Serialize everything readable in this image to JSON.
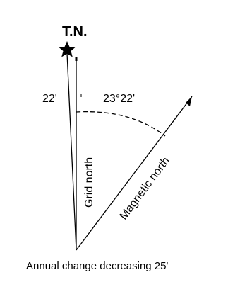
{
  "diagram": {
    "true_north_label": "T.N.",
    "grid_magnetic_angle": "23°22'",
    "true_grid_angle": "22'",
    "grid_north_label": "Grid north",
    "magnetic_north_label": "Magnetic north",
    "annual_change_caption": "Annual change decreasing 25'",
    "icons": {
      "true_north": "star-icon",
      "magnetic_north": "half-arrowhead-icon"
    },
    "colors": {
      "lines": "#000000",
      "background": "#ffffff"
    }
  }
}
